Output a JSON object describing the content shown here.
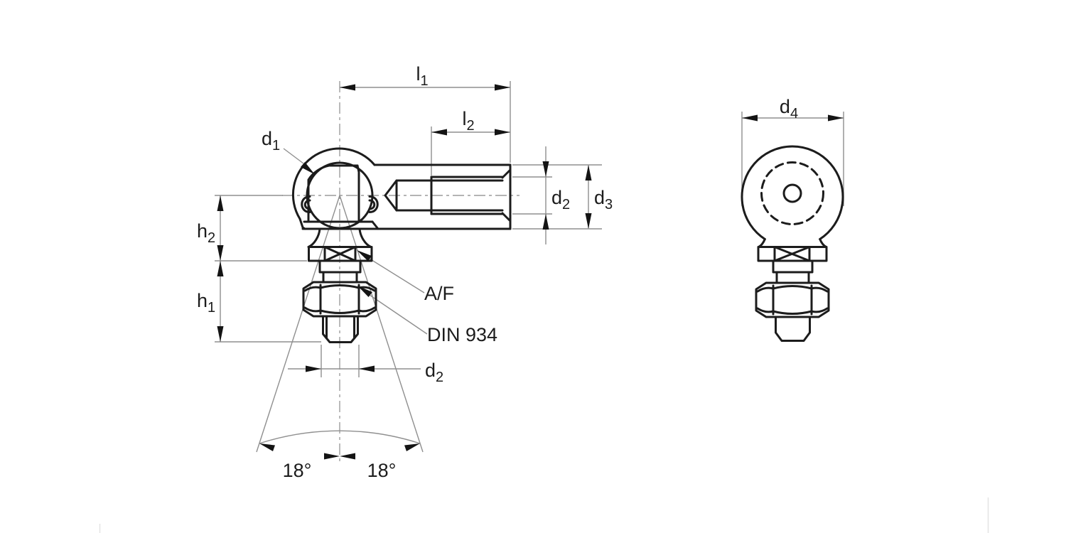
{
  "drawing": {
    "labels": {
      "l1": {
        "main": "l",
        "sub": "1"
      },
      "l2": {
        "main": "l",
        "sub": "2"
      },
      "d1": {
        "main": "d",
        "sub": "1"
      },
      "d2": {
        "main": "d",
        "sub": "2"
      },
      "d3": {
        "main": "d",
        "sub": "3"
      },
      "d4": {
        "main": "d",
        "sub": "4"
      },
      "h1": {
        "main": "h",
        "sub": "1"
      },
      "h2": {
        "main": "h",
        "sub": "2"
      },
      "af": "A/F",
      "din_standard": "DIN 934",
      "angle_left": "18°",
      "angle_right": "18°"
    },
    "colors": {
      "outline": "#1c1c1c",
      "thin_line": "#8f8f8f",
      "centerline": "#9c9c9c",
      "arrow": "#141414",
      "text": "#1c1c1c",
      "page_edge": "#e4e4e4",
      "background": "#ffffff"
    }
  }
}
